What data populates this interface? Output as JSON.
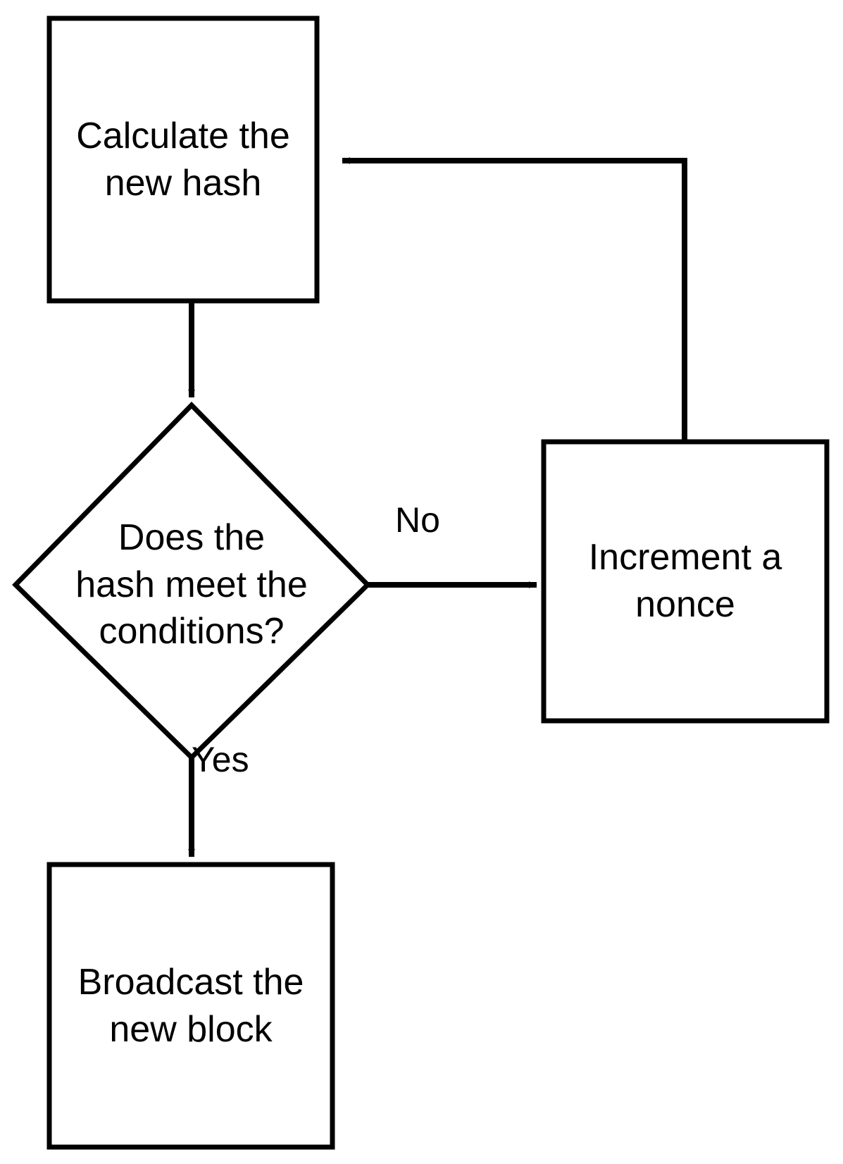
{
  "diagram": {
    "title": "Mining loop flowchart",
    "type": "flowchart",
    "background_color": "#ffffff",
    "stroke_color": "#000000",
    "text_color": "#000000",
    "nodes": [
      {
        "id": "calculate-hash",
        "shape": "rectangle",
        "label": "Calculate the\nnew hash"
      },
      {
        "id": "decision",
        "shape": "diamond",
        "label": "Does the\nhash meet the\nconditions?"
      },
      {
        "id": "increment-nonce",
        "shape": "rectangle",
        "label": "Increment a\nnonce"
      },
      {
        "id": "broadcast-block",
        "shape": "rectangle",
        "label": "Broadcast the\nnew block"
      }
    ],
    "edges": [
      {
        "id": "calculate-to-decision",
        "from": "calculate-hash",
        "to": "decision",
        "label": ""
      },
      {
        "id": "decision-to-increment",
        "from": "decision",
        "to": "increment-nonce",
        "label": "No"
      },
      {
        "id": "increment-to-calculate",
        "from": "increment-nonce",
        "to": "calculate-hash",
        "label": ""
      },
      {
        "id": "decision-to-broadcast",
        "from": "decision",
        "to": "broadcast-block",
        "label": "Yes"
      }
    ]
  }
}
